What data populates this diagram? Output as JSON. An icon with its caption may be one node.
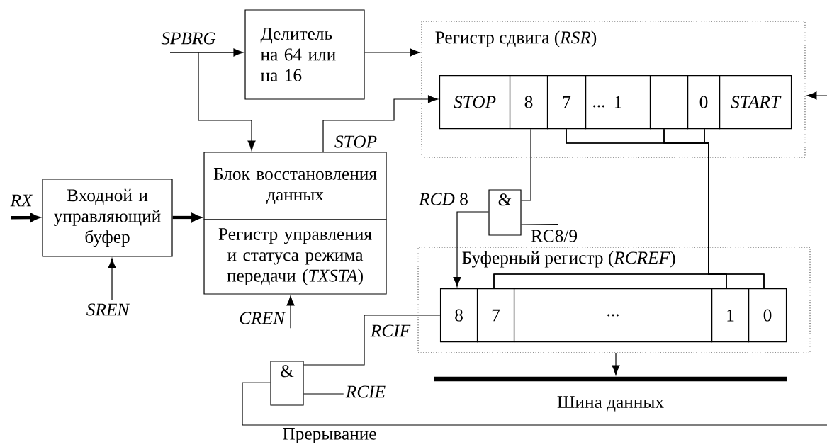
{
  "diagram": {
    "nodes": [
      {
        "text": [
          "SPBRG"
        ]
      },
      {
        "text": [
          "Делитель на 64 или на 16"
        ]
      },
      {
        "text": [
          "Регистр сдвига (*RSR*)"
        ]
      },
      {
        "text": [
          "STOP"
        ],
        "in": 2
      },
      {
        "text": [
          "8"
        ],
        "in": 2
      },
      {
        "text": [
          "7"
        ],
        "in": 2
      },
      {
        "text": [
          "1"
        ],
        "in": 2
      },
      {
        "text": [],
        "shape": "box",
        "in": 2
      },
      {
        "text": [
          "0"
        ],
        "in": 2
      },
      {
        "text": [
          "START"
        ],
        "in": 2
      },
      {
        "text": [
          "RX"
        ]
      },
      {
        "text": [
          "Входной и управляющий буфер"
        ]
      },
      {
        "text": [
          "Блок восстановления данных"
        ]
      },
      {
        "text": [
          "Регистр управления и статуса режима передачи (*TXSTA*)"
        ]
      },
      {
        "text": [
          "SREN"
        ]
      },
      {
        "text": [
          "CREN"
        ]
      },
      {
        "text": [
          "&"
        ]
      },
      {
        "text": [
          "RC8/9"
        ]
      },
      {
        "text": [
          "Буферный регистр (*RCREF*)"
        ]
      },
      {
        "text": [
          "8"
        ],
        "in": 18
      },
      {
        "text": [
          "7"
        ],
        "in": 18
      },
      {
        "text": [
          "..."
        ],
        "in": 18
      },
      {
        "text": [
          "1"
        ],
        "in": 18
      },
      {
        "text": [
          "0"
        ],
        "in": 18
      },
      {
        "text": [
          "&"
        ]
      },
      {
        "text": [
          "RCIE"
        ]
      },
      {
        "text": [
          "Шина данных"
        ]
      }
    ],
    "edges": [
      {
        "from": 0,
        "to": 1,
        "arrow": "to"
      },
      {
        "from": 0,
        "to": 12,
        "arrow": "to"
      },
      {
        "from": 1,
        "to": 2,
        "arrow": "to"
      },
      {
        "from": 12,
        "to": 3,
        "arrow": "to",
        "label": "STOP"
      },
      {
        "from": null,
        "to": 2,
        "arrow": "to"
      },
      {
        "from": 10,
        "to": 11,
        "arrow": "to",
        "style": "thick"
      },
      {
        "from": 11,
        "to": 12,
        "arrow": "to",
        "style": "thick"
      },
      {
        "from": 14,
        "to": 11,
        "arrow": "to"
      },
      {
        "from": 15,
        "to": 13,
        "arrow": "to"
      },
      {
        "from": 4,
        "to": 16,
        "arrow": "none"
      },
      {
        "from": 16,
        "to": 19,
        "arrow": "to"
      },
      {
        "from": 17,
        "to": 16,
        "arrow": "none"
      },
      {
        "from": 5,
        "to": 20,
        "arrow": "none"
      },
      {
        "from": 5,
        "to": 22,
        "arrow": "none"
      },
      {
        "from": 5,
        "to": 23,
        "arrow": "none"
      },
      {
        "from": 7,
        "to": 20,
        "arrow": "none"
      },
      {
        "from": 7,
        "to": 22,
        "arrow": "none"
      },
      {
        "from": 7,
        "to": 23,
        "arrow": "none"
      },
      {
        "from": 8,
        "to": 20,
        "arrow": "none"
      },
      {
        "from": 8,
        "to": 22,
        "arrow": "none"
      },
      {
        "from": 8,
        "to": 23,
        "arrow": "none"
      },
      {
        "from": 19,
        "to": 24,
        "arrow": "none",
        "label": "RCIF"
      },
      {
        "from": 25,
        "to": 24,
        "arrow": "none"
      },
      {
        "from": 24,
        "to": null,
        "arrow": "none",
        "label": "Прерывание"
      },
      {
        "from": 18,
        "to": 26,
        "arrow": "to"
      }
    ],
    "labels": [
      "...",
      "*RCD* 8"
    ]
  }
}
